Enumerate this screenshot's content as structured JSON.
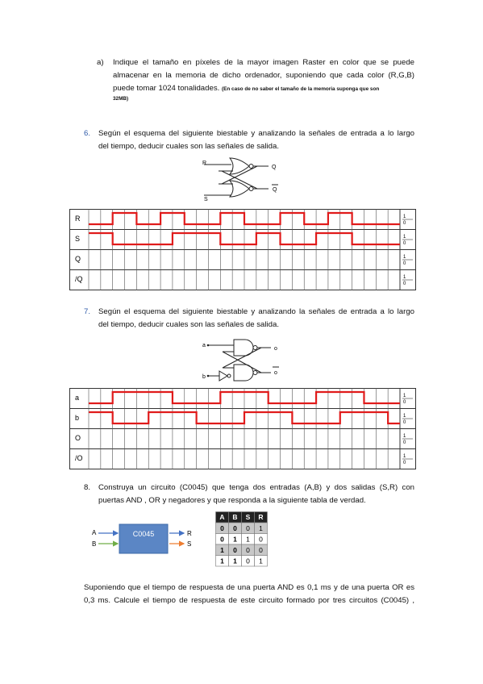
{
  "item_a": {
    "label": "a)",
    "line1": "Indique el tamaño en píxeles de la mayor imagen Raster en color que se puede",
    "line2": "almacenar en la memoria de dicho ordenador, suponiendo que cada color (R,G,B)",
    "line3": "puede tomar 1024 tonalidades.",
    "note": "(En caso de no saber el tamaño de la memoria suponga que son",
    "note2": "32MB)"
  },
  "q6": {
    "number": "6.",
    "line1": "Según el esquema del siguiente biestable y analizando la señales de entrada a lo largo",
    "line2": "del tiempo, deducir cuales son las señales de salida.",
    "circuit": {
      "in_top": "R",
      "in_bottom": "S",
      "out_top": "Q",
      "out_bottom": "Q"
    },
    "rows": [
      {
        "label": "R",
        "wave": [
          0,
          0,
          1,
          1,
          0,
          0,
          1,
          1,
          0,
          0,
          0,
          1,
          1,
          0,
          0,
          0,
          1,
          1,
          0,
          0,
          1,
          1,
          0,
          0,
          0,
          0
        ]
      },
      {
        "label": "S",
        "wave": [
          1,
          1,
          0,
          0,
          0,
          0,
          0,
          1,
          1,
          1,
          1,
          0,
          0,
          0,
          1,
          1,
          0,
          0,
          0,
          1,
          1,
          1,
          0,
          0,
          0,
          0
        ]
      },
      {
        "label": "Q",
        "wave": null
      },
      {
        "label": "/Q",
        "wave": null
      }
    ]
  },
  "q7": {
    "number": "7.",
    "line1": "Según el esquema del siguiente biestable y analizando la señales de entrada a lo largo",
    "line2": "del tiempo, deducir cuales son las señales de salida.",
    "circuit": {
      "in_top": "a",
      "in_bottom": "b",
      "out_top": "o",
      "out_bottom": "o"
    },
    "rows": [
      {
        "label": "a",
        "wave": [
          0,
          0,
          1,
          1,
          1,
          1,
          1,
          0,
          0,
          0,
          0,
          1,
          1,
          1,
          1,
          0,
          0,
          0,
          0,
          1,
          1,
          1,
          1,
          0,
          0,
          0
        ]
      },
      {
        "label": "b",
        "wave": [
          1,
          1,
          0,
          0,
          0,
          1,
          1,
          1,
          1,
          0,
          0,
          0,
          0,
          1,
          1,
          1,
          1,
          0,
          0,
          0,
          0,
          1,
          1,
          1,
          1,
          0
        ]
      },
      {
        "label": "O",
        "wave": null
      },
      {
        "label": "/O",
        "wave": null
      }
    ]
  },
  "wave_scale": {
    "high": "1",
    "low": "0"
  },
  "q8": {
    "number": "8.",
    "line1": "Construya un circuito (C0045) que tenga dos entradas (A,B) y dos salidas (S,R) con",
    "line2": "puertas AND , OR y negadores y que responda a la siguiente tabla de verdad.",
    "block": {
      "label": "C0045",
      "in1": "A",
      "in2": "B",
      "out1": "R",
      "out2": "S"
    },
    "table": {
      "headers": [
        "A",
        "B",
        "S",
        "R"
      ],
      "rows": [
        [
          "0",
          "0",
          "0",
          "1"
        ],
        [
          "0",
          "1",
          "1",
          "0"
        ],
        [
          "1",
          "0",
          "0",
          "0"
        ],
        [
          "1",
          "1",
          "0",
          "1"
        ]
      ]
    },
    "para1": "Suponiendo que el tiempo de respuesta de una puerta AND es 0,1 ms y de una puerta OR es",
    "para2": "0,3 ms. Calcule el tiempo de respuesta de este circuito formado por tres circuitos (C0045) ,"
  },
  "colors": {
    "wave": "#e01b1b",
    "block": "#5b86c5",
    "accent": "#2e5aa8"
  }
}
